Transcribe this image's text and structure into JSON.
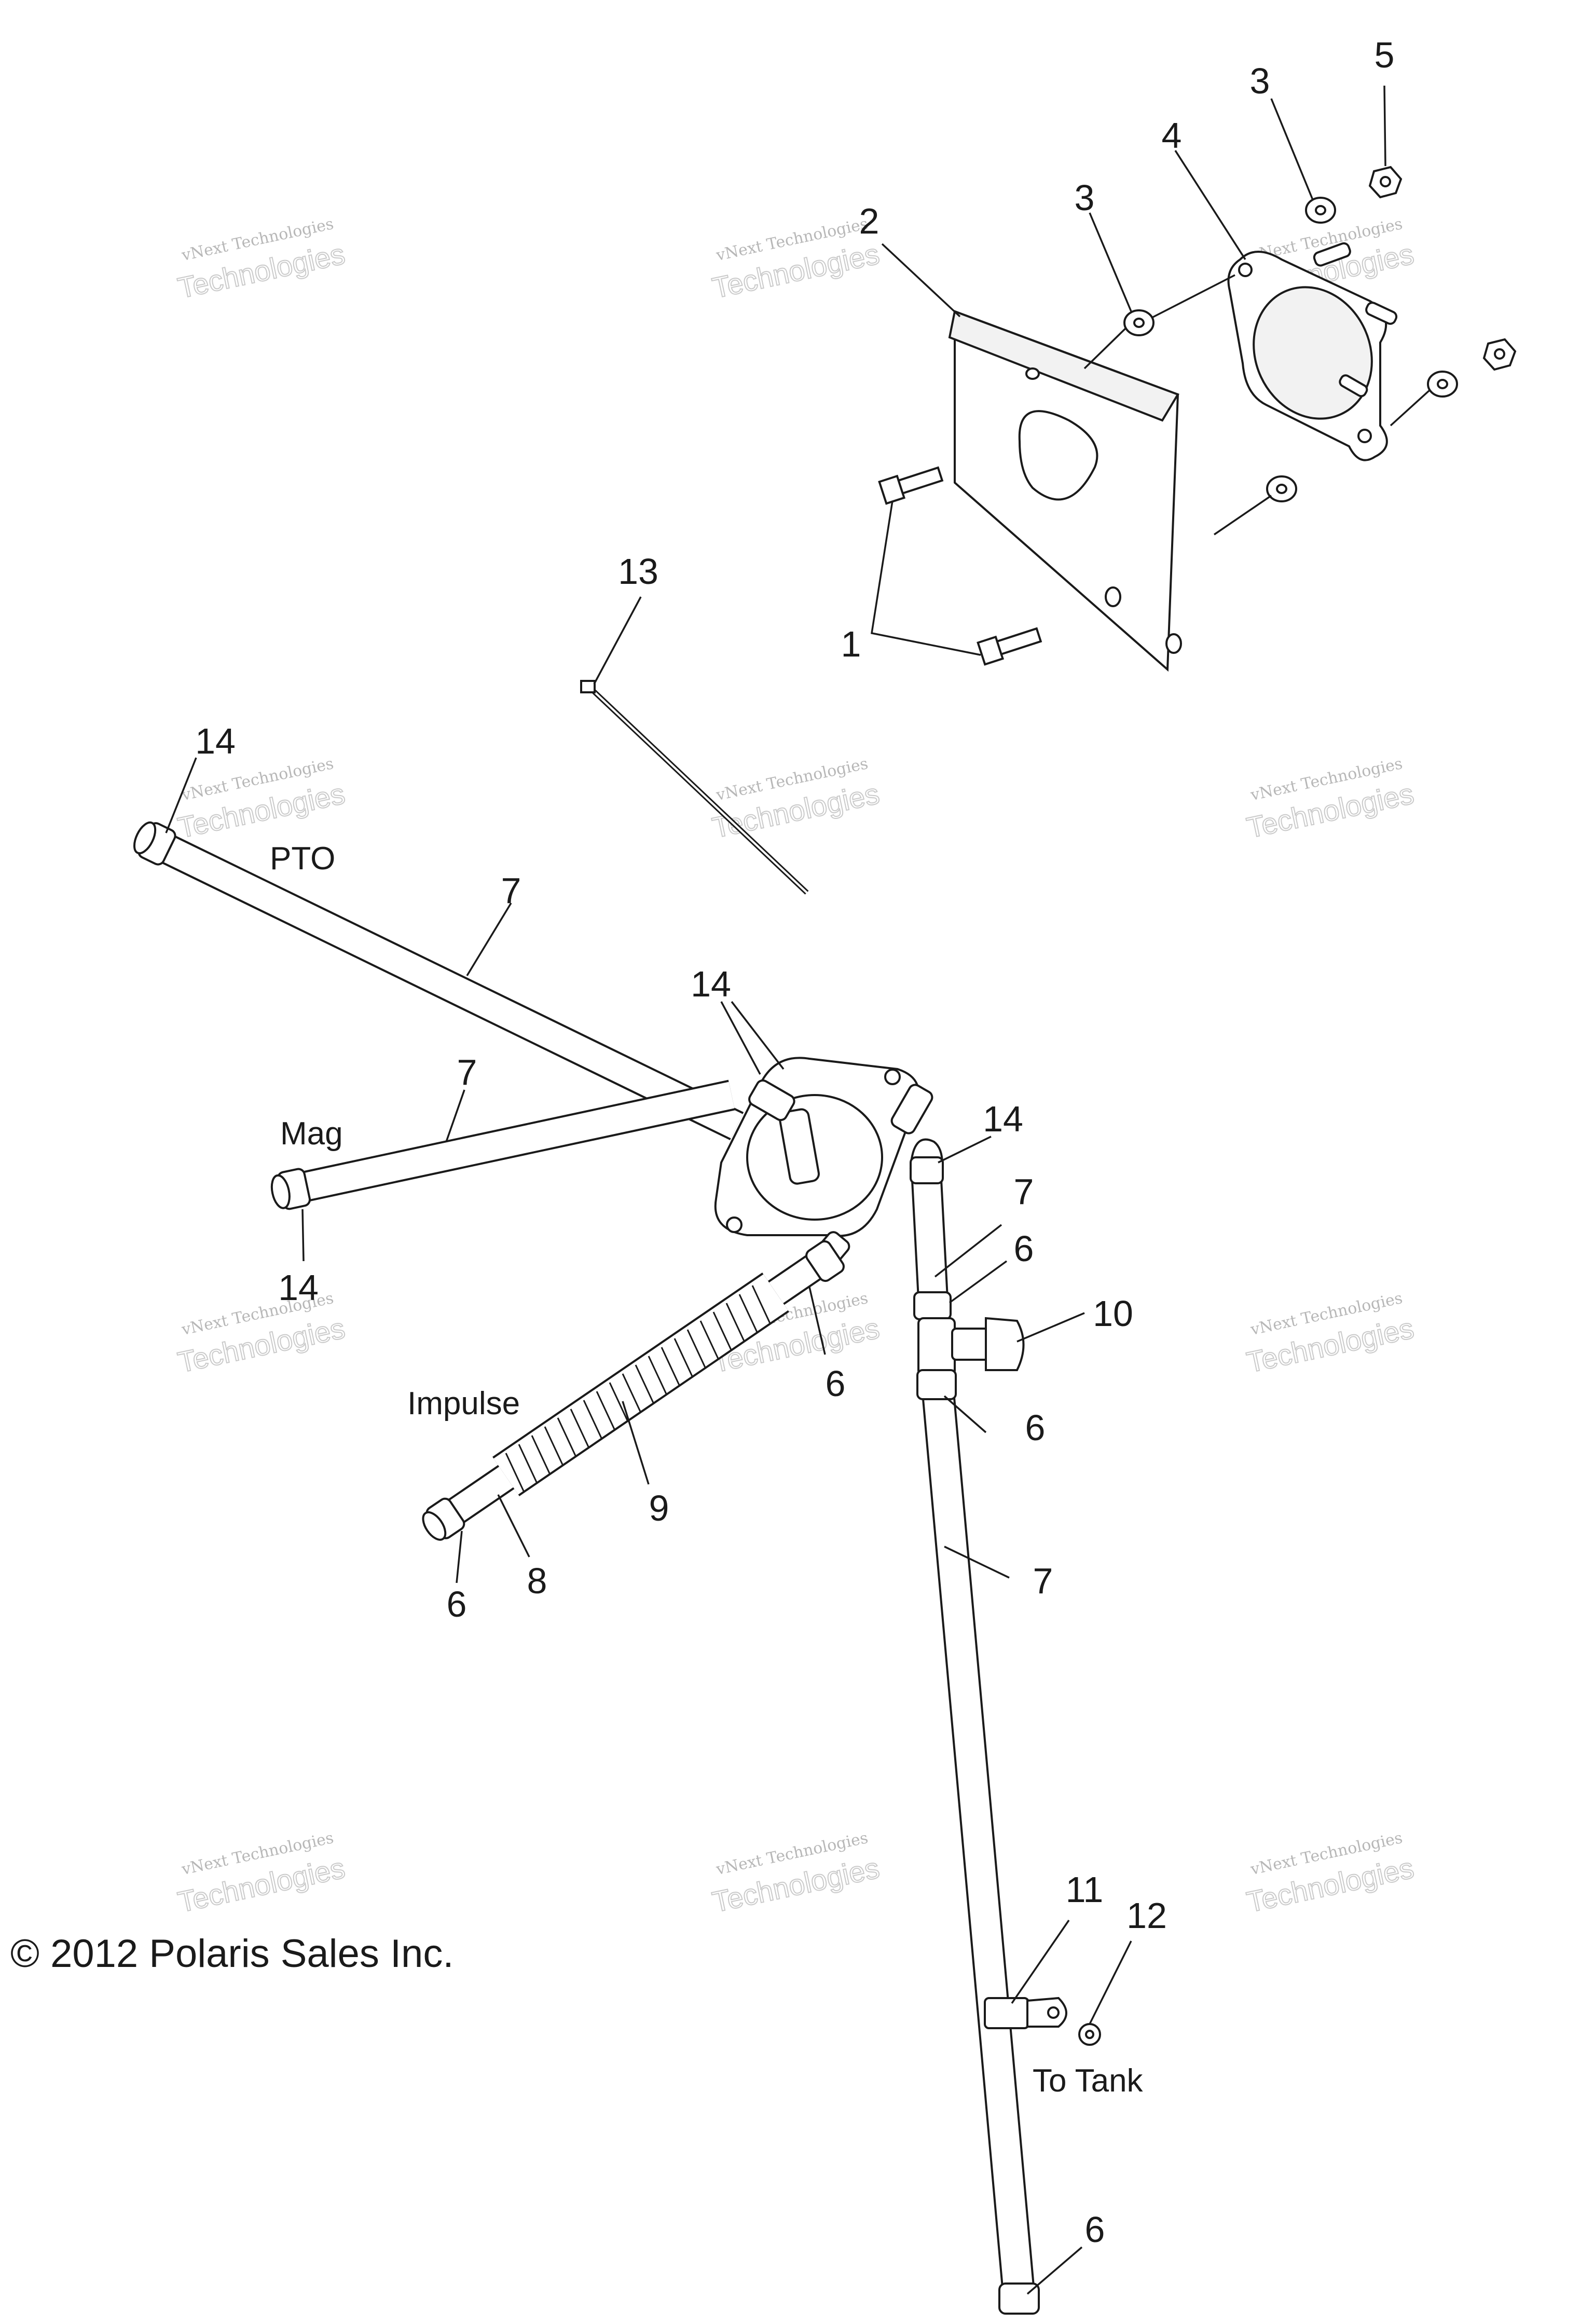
{
  "diagram": {
    "callouts": [
      {
        "id": "c5",
        "text": "5"
      },
      {
        "id": "c3a",
        "text": "3"
      },
      {
        "id": "c4",
        "text": "4"
      },
      {
        "id": "c3b",
        "text": "3"
      },
      {
        "id": "c2",
        "text": "2"
      },
      {
        "id": "c13",
        "text": "13"
      },
      {
        "id": "c1",
        "text": "1"
      },
      {
        "id": "c14a",
        "text": "14"
      },
      {
        "id": "c7a",
        "text": "7"
      },
      {
        "id": "c14b",
        "text": "14"
      },
      {
        "id": "c7b",
        "text": "7"
      },
      {
        "id": "c14c",
        "text": "14"
      },
      {
        "id": "c14d",
        "text": "14"
      },
      {
        "id": "c7c",
        "text": "7"
      },
      {
        "id": "c6a",
        "text": "6"
      },
      {
        "id": "c10",
        "text": "10"
      },
      {
        "id": "c6b",
        "text": "6"
      },
      {
        "id": "c6c",
        "text": "6"
      },
      {
        "id": "c9",
        "text": "9"
      },
      {
        "id": "c7d",
        "text": "7"
      },
      {
        "id": "c8",
        "text": "8"
      },
      {
        "id": "c6d",
        "text": "6"
      },
      {
        "id": "c11",
        "text": "11"
      },
      {
        "id": "c12",
        "text": "12"
      },
      {
        "id": "c6e",
        "text": "6"
      }
    ],
    "labels": {
      "pto": "PTO",
      "mag": "Mag",
      "impulse": "Impulse",
      "to_tank": "To Tank"
    },
    "copyright": "© 2012 Polaris Sales Inc.",
    "watermark": {
      "line_small": "vNext Technologies",
      "line_big": "Technologies"
    }
  }
}
